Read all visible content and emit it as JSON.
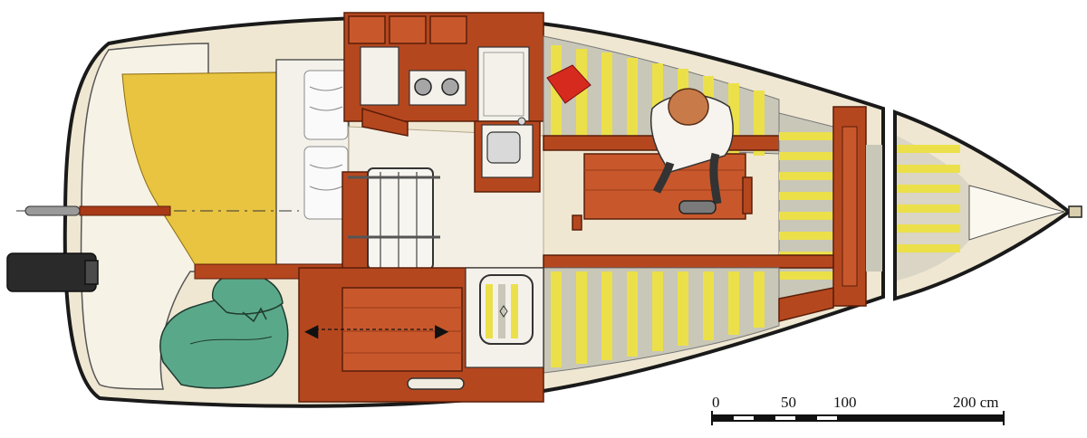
{
  "drawing": {
    "type": "yacht interior layout, top view",
    "colors": {
      "hull_fill": "#efe7d2",
      "hull_outline": "#1a1a1a",
      "teak_wood": "#b5471f",
      "teak_dark": "#7a2a10",
      "mahogany_panel": "#c8582c",
      "cockpit_cushion": "#e8c440",
      "v_berth_stripe_yellow": "#ece04a",
      "v_berth_stripe_grey": "#c9c7b8",
      "green_sails": "#5aa88a",
      "outboard_motor": "#2a2a2a",
      "red_cushion": "#d72a1f",
      "floor": "#f3efe4",
      "galley_white": "#f4f1ea"
    },
    "arrow_glyphs": [
      "◀",
      "▶"
    ]
  },
  "scale_bar": {
    "labels": [
      "0",
      "50",
      "100",
      "200 cm"
    ],
    "segments": 6
  }
}
